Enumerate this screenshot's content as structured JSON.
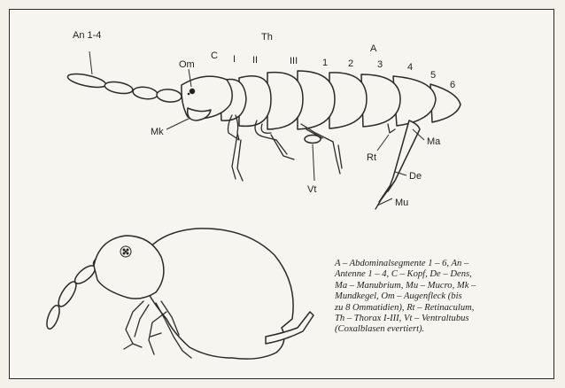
{
  "labels": {
    "antenna": "An 1-4",
    "eye": "Om",
    "head": "C",
    "thorax": "Th",
    "thorax_1": "I",
    "thorax_2": "II",
    "thorax_3": "III",
    "abdomen": "A",
    "abd_1": "1",
    "abd_2": "2",
    "abd_3": "3",
    "abd_4": "4",
    "abd_5": "5",
    "abd_6": "6",
    "mouth_cone": "Mk",
    "retinaculum": "Rt",
    "manubrium": "Ma",
    "dens": "De",
    "mucro": "Mu",
    "ventral_tube": "Vt"
  },
  "caption": {
    "lines": [
      "A – Abdominalsegmente 1 – 6, An –",
      "Antenne 1 – 4, C – Kopf, De – Dens,",
      "Ma – Manubrium, Mu – Mucro, Mk –",
      "Mundkegel, Om – Augenfleck (bis",
      "zu 8 Ommatidien), Rt – Retinaculum,",
      "Th – Thorax I-III, Vt – Ventraltubus",
      "(Coxalblasen evertiert)."
    ]
  }
}
